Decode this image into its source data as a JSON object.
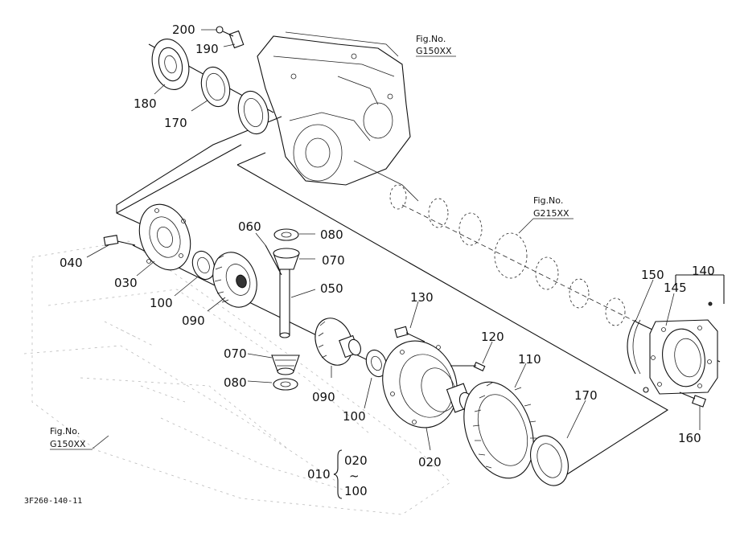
{
  "figure_refs": {
    "top_right": {
      "caption": "Fig.No.",
      "code": "G150XX"
    },
    "mid_right": {
      "caption": "Fig.No.",
      "code": "G215XX"
    },
    "bottom_left": {
      "caption": "Fig.No.",
      "code": "G150XX"
    }
  },
  "callouts": {
    "p200": "200",
    "p190": "190",
    "p180": "180",
    "p170_top": "170",
    "p040": "040",
    "p030": "030",
    "p100_left": "100",
    "p090_left": "090",
    "p060": "060",
    "p080_top": "080",
    "p070_top": "070",
    "p050": "050",
    "p070_bottom": "070",
    "p080_bottom": "080",
    "p090_bottom": "090",
    "p130": "130",
    "p120": "120",
    "p110": "110",
    "p100_mid": "100",
    "p020": "020",
    "p170_right": "170",
    "p150": "150",
    "p145": "145",
    "p140": "140",
    "p160": "160"
  },
  "assembly_note": {
    "parent": "010",
    "range_start": "020",
    "range_sep": "~",
    "range_end": "100"
  },
  "drawing_code": "3F260-140-11"
}
